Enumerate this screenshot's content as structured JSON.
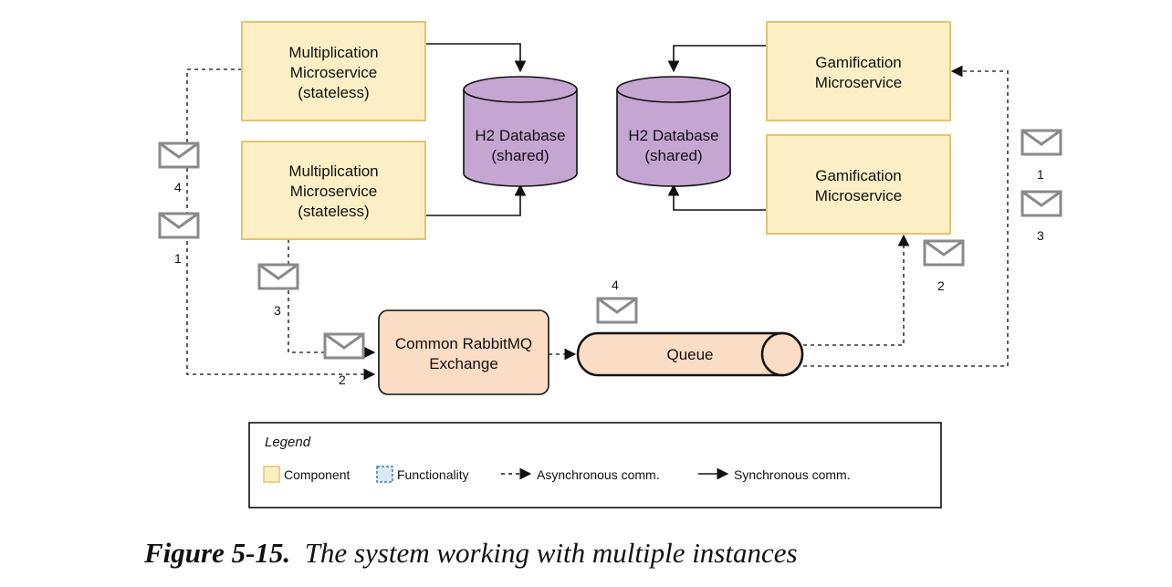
{
  "nodes": {
    "mult1": {
      "lines": [
        "Multiplication",
        "Microservice",
        "(stateless)"
      ]
    },
    "mult2": {
      "lines": [
        "Multiplication",
        "Microservice",
        "(stateless)"
      ]
    },
    "db1": {
      "lines": [
        "H2 Database",
        "(shared)"
      ]
    },
    "db2": {
      "lines": [
        "H2 Database",
        "(shared)"
      ]
    },
    "gam1": {
      "lines": [
        "Gamification",
        "Microservice"
      ]
    },
    "gam2": {
      "lines": [
        "Gamification",
        "Microservice"
      ]
    },
    "exchange": {
      "lines": [
        "Common RabbitMQ",
        "Exchange"
      ]
    },
    "queue": {
      "label": "Queue"
    }
  },
  "message_numbers": {
    "left_4": "4",
    "left_1": "1",
    "left_3": "3",
    "left_2": "2",
    "queue_4": "4",
    "right_2": "2",
    "far_right_1": "1",
    "far_right_3": "3"
  },
  "legend": {
    "title": "Legend",
    "component": "Component",
    "functionality": "Functionality",
    "async": "Asynchronous comm.",
    "sync": "Synchronous comm."
  },
  "caption": {
    "number": "Figure 5-15.",
    "text": "The system working with multiple instances"
  },
  "colors": {
    "component_fill": "#fcefc6",
    "component_stroke": "#e3c470",
    "database_fill": "#c5a5d2",
    "exchange_fill": "#fbdcc4",
    "functionality_fill": "#dbe9f8"
  }
}
